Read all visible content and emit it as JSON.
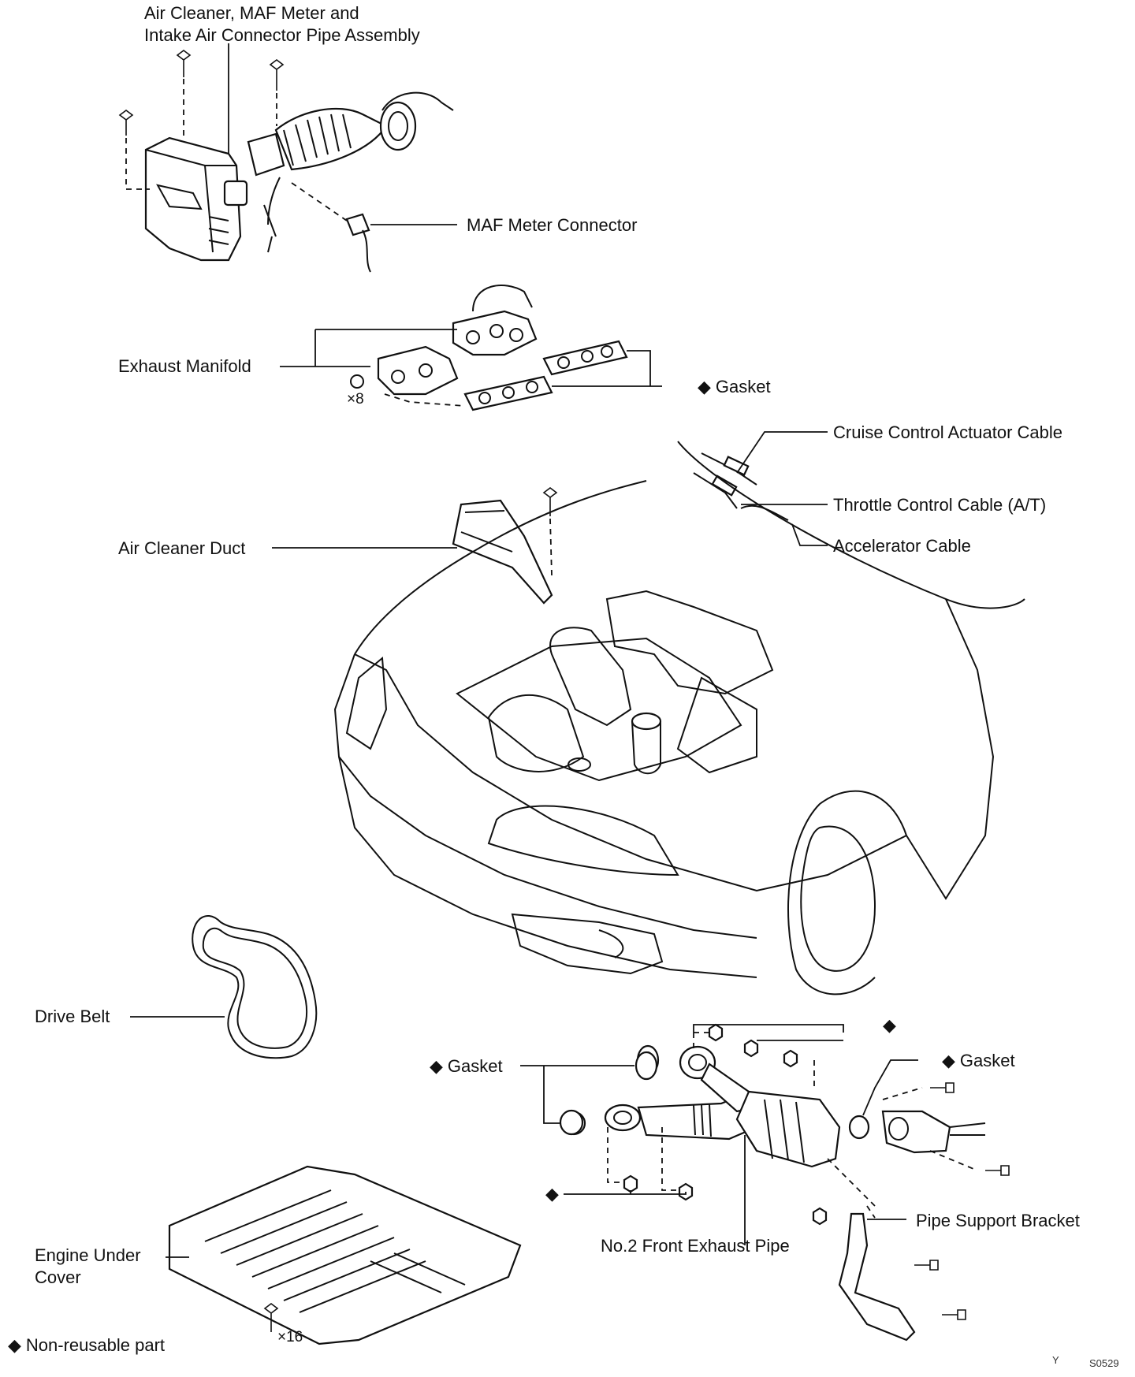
{
  "labels": {
    "air_cleaner_line1": "Air Cleaner, MAF Meter and",
    "air_cleaner_line2": "Intake Air Connector Pipe Assembly",
    "maf_connector": "MAF Meter Connector",
    "exhaust_manifold": "Exhaust Manifold",
    "times_8": "×8",
    "gasket_top": "Gasket",
    "cruise_cable": "Cruise Control Actuator Cable",
    "throttle_cable": "Throttle Control Cable (A/T)",
    "accelerator_cable": "Accelerator Cable",
    "air_cleaner_duct": "Air Cleaner Duct",
    "drive_belt": "Drive Belt",
    "gasket_left": "Gasket",
    "gasket_right": "Gasket",
    "pipe_support_bracket": "Pipe Support Bracket",
    "no2_front_exhaust": "No.2 Front Exhaust Pipe",
    "engine_under_cover_line1": "Engine Under",
    "engine_under_cover_line2": "Cover",
    "times_16": "×16",
    "legend": "Non-reusable part",
    "diamond": "◆",
    "corner_code": "Y",
    "figure_code": "S0529"
  },
  "icons": [
    "diamond-icon",
    "bolt-icon",
    "nut-icon",
    "gasket-icon"
  ],
  "colors": {
    "line": "#111111",
    "background": "#ffffff"
  }
}
